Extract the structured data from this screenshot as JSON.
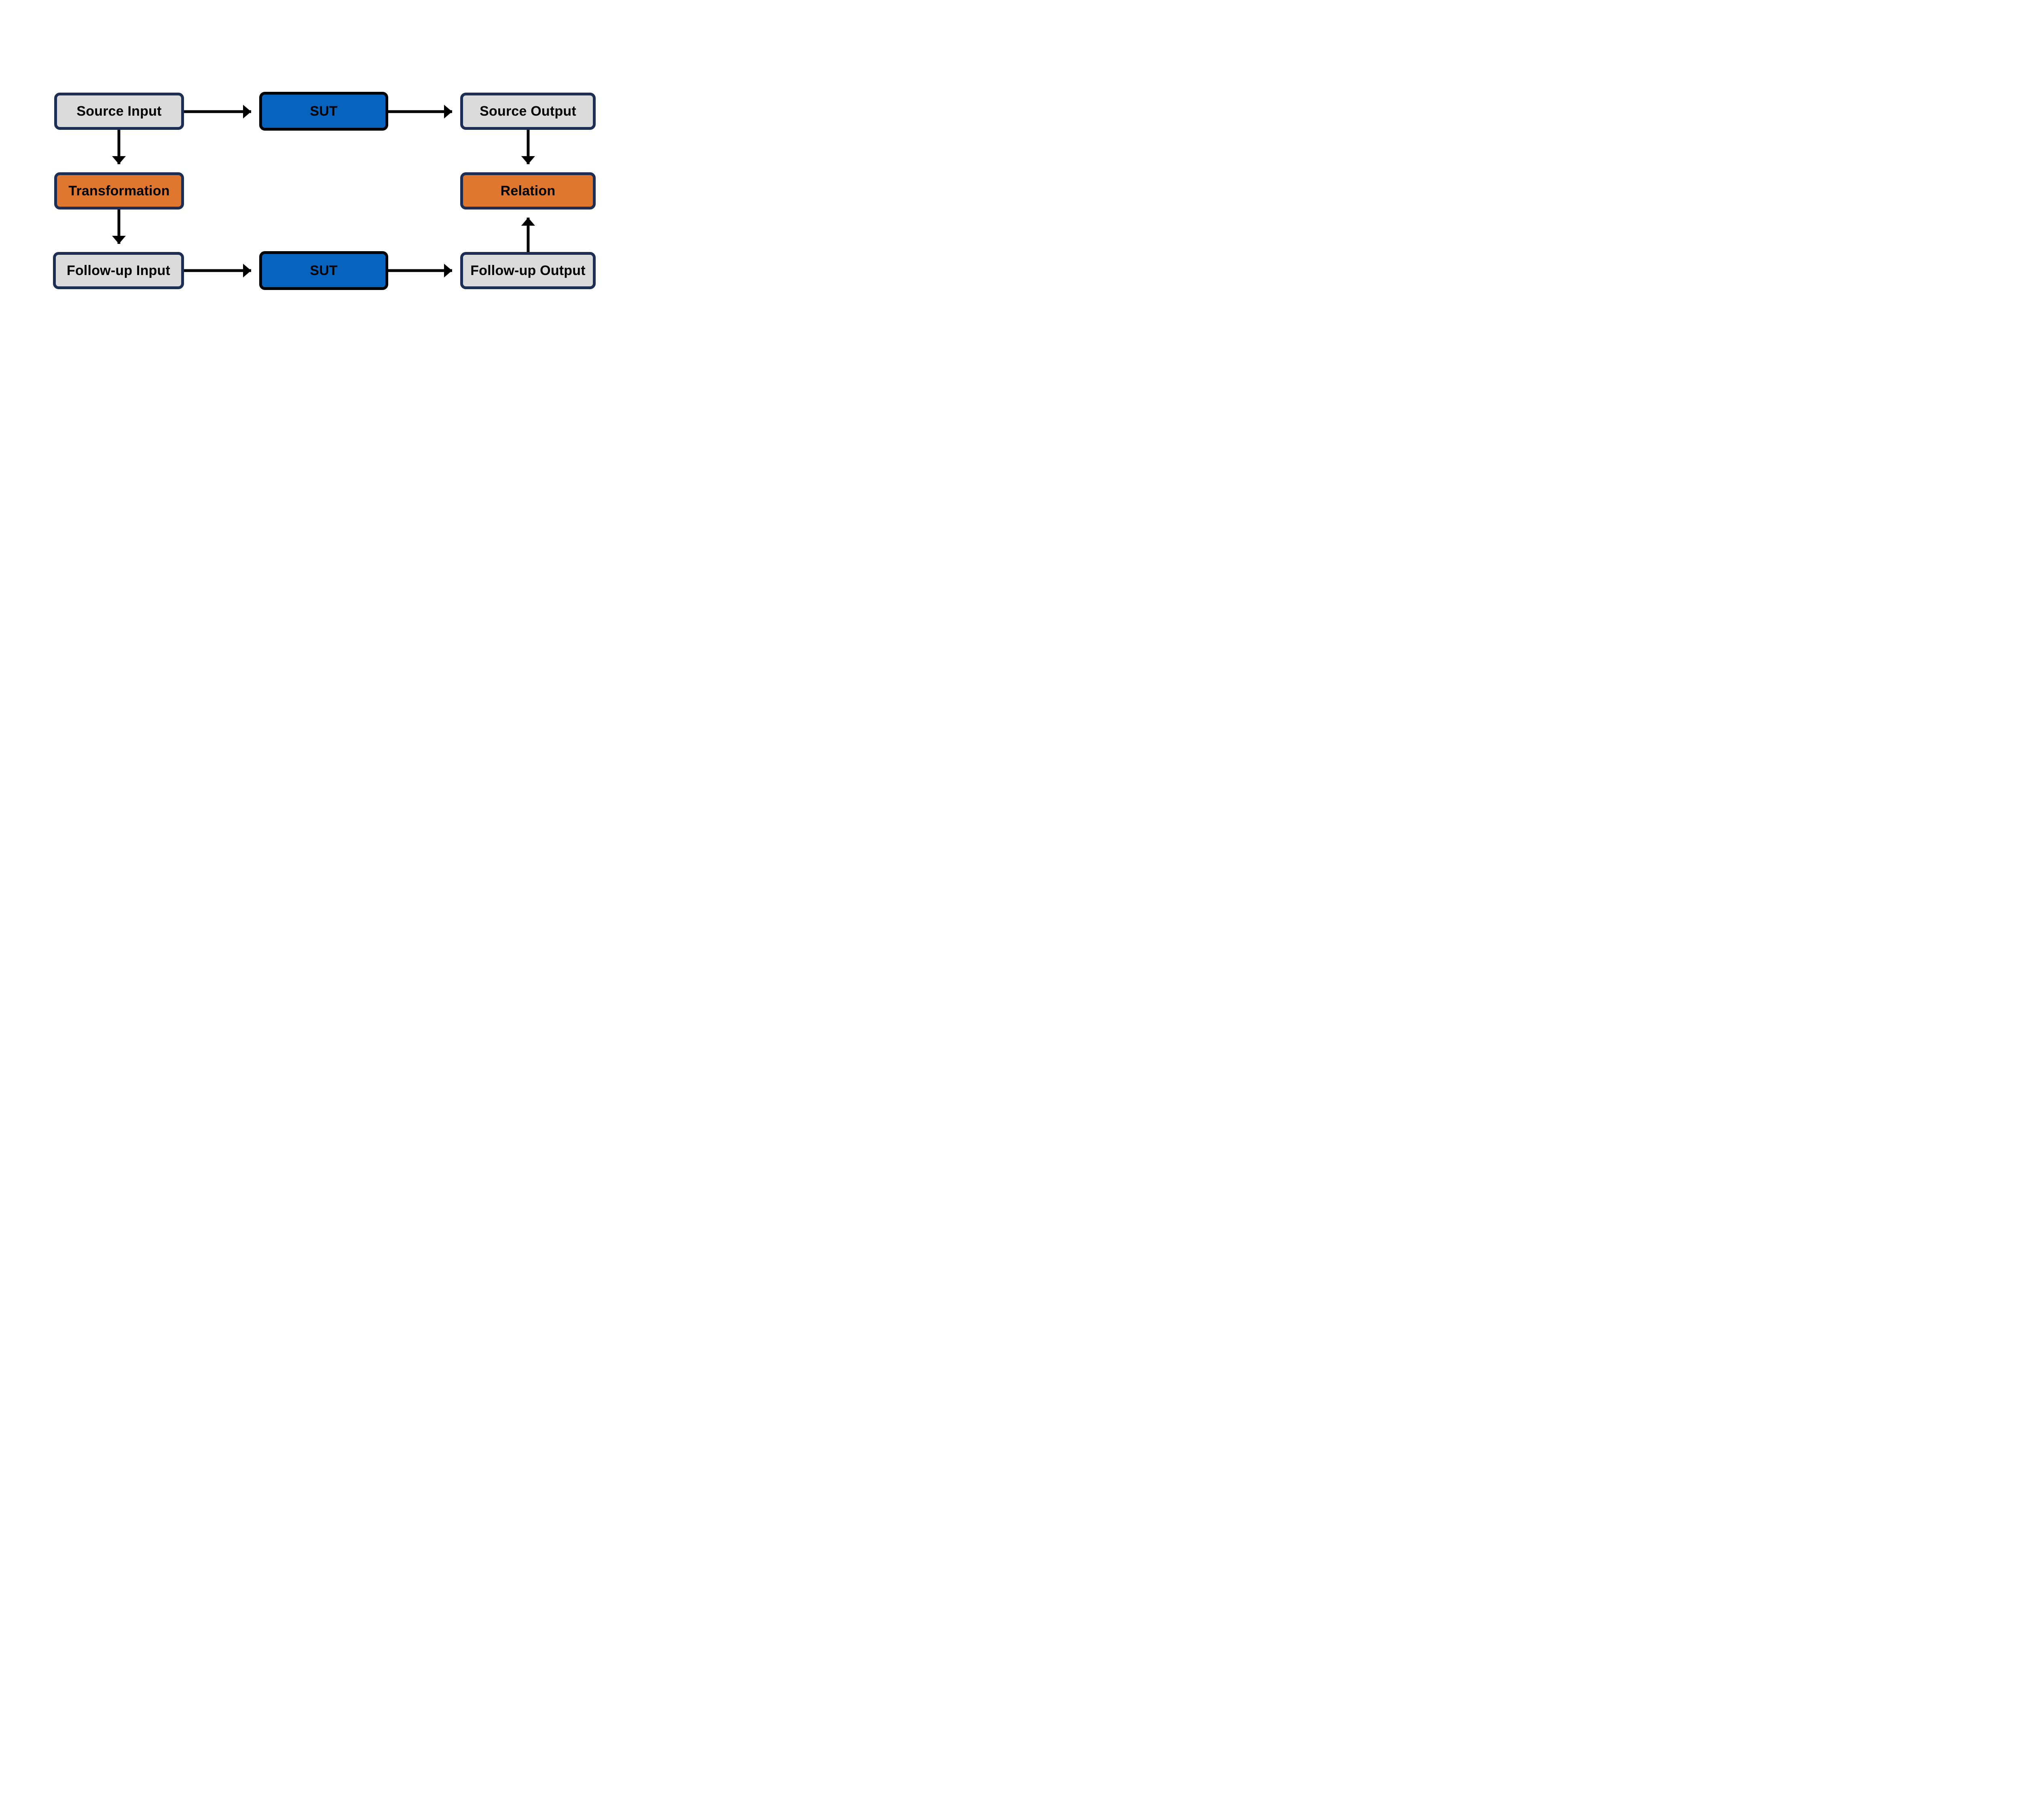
{
  "diagram": {
    "type": "flowchart",
    "background": "#ffffff",
    "arrow_color": "#000000"
  },
  "colors": {
    "box_gray_fill": "#dbdbdb",
    "box_orange_fill": "#e0772e",
    "box_blue_fill": "#0664be",
    "border_navy": "#1c2e54",
    "border_black": "#000000",
    "arrow_black": "#000000",
    "text_black": "#000000"
  },
  "nodes": {
    "source_input": {
      "label": "Source Input",
      "fill": "#dbdbdb",
      "border": "#1c2e54"
    },
    "sut_source": {
      "label": "SUT",
      "fill": "#0664be",
      "border": "#000000"
    },
    "source_output": {
      "label": "Source Output",
      "fill": "#dbdbdb",
      "border": "#1c2e54"
    },
    "transformation": {
      "label": "Transformation",
      "fill": "#e0772e",
      "border": "#1c2e54"
    },
    "relation": {
      "label": "Relation",
      "fill": "#e0772e",
      "border": "#1c2e54"
    },
    "follow_up_input": {
      "label": "Follow-up Input",
      "fill": "#dbdbdb",
      "border": "#1c2e54"
    },
    "sut_followup": {
      "label": "SUT",
      "fill": "#0664be",
      "border": "#000000"
    },
    "follow_up_output": {
      "label": "Follow-up Output",
      "fill": "#dbdbdb",
      "border": "#1c2e54"
    }
  },
  "edges": [
    {
      "from": "source_input",
      "to": "sut_source",
      "direction": "right"
    },
    {
      "from": "sut_source",
      "to": "source_output",
      "direction": "right"
    },
    {
      "from": "source_input",
      "to": "transformation",
      "direction": "down"
    },
    {
      "from": "transformation",
      "to": "follow_up_input",
      "direction": "down"
    },
    {
      "from": "source_output",
      "to": "relation",
      "direction": "down"
    },
    {
      "from": "follow_up_input",
      "to": "sut_followup",
      "direction": "right"
    },
    {
      "from": "sut_followup",
      "to": "follow_up_output",
      "direction": "right"
    },
    {
      "from": "follow_up_output",
      "to": "relation",
      "direction": "up"
    }
  ]
}
